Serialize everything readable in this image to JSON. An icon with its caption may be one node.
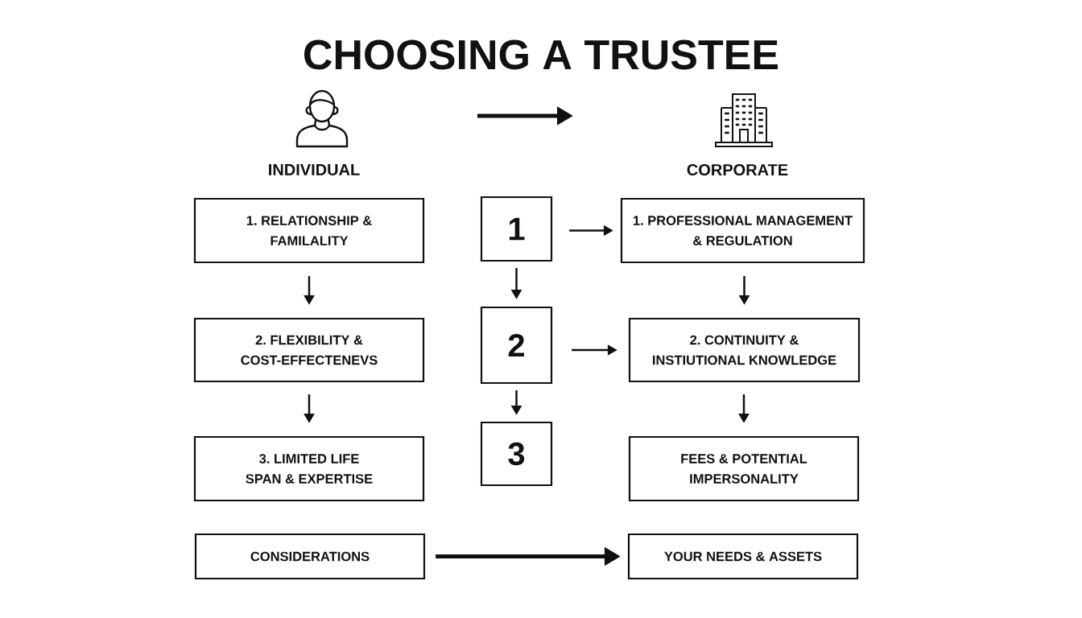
{
  "diagram": {
    "title": "CHOOSING A TRUSTEE",
    "nodes": [
      {
        "text": [
          "1. RELATIONSHIP & FAMILALITY"
        ]
      },
      {
        "text": [
          "1"
        ]
      },
      {
        "text": [
          "1. PROFESSIONAL MANAGEMENT & REGULATION"
        ]
      },
      {
        "text": [
          "2. FLEXIBILITY & COST-EFFECTENEVS"
        ]
      },
      {
        "text": [
          "2"
        ]
      },
      {
        "text": [
          "2. CONTINUITY & INSTIUTIONAL KNOWLEDGE"
        ]
      },
      {
        "text": [
          "3. LIMITED LIFE SPAN & EXPERTISE"
        ]
      },
      {
        "text": [
          "3"
        ]
      },
      {
        "text": [
          "FEES & POTENTIAL IMPERSONALITY"
        ]
      },
      {
        "text": [
          "CONSIDERATIONS"
        ]
      },
      {
        "text": [
          "YOUR NEEDS & ASSETS"
        ]
      }
    ],
    "edges": [
      {
        "from": 0,
        "to": 3,
        "arrow": "to"
      },
      {
        "from": 3,
        "to": 6,
        "arrow": "to"
      },
      {
        "from": 1,
        "to": 2,
        "arrow": "to"
      },
      {
        "from": 1,
        "to": 4,
        "arrow": "to"
      },
      {
        "from": 4,
        "to": 7,
        "arrow": "to"
      },
      {
        "from": 2,
        "to": 5,
        "arrow": "to"
      },
      {
        "from": 4,
        "to": 5,
        "arrow": "to"
      },
      {
        "from": 5,
        "to": 8,
        "arrow": "to"
      },
      {
        "from": 9,
        "to": 10,
        "arrow": "to",
        "style": "thick"
      }
    ],
    "labels": [
      "INDIVIDUAL",
      "CORPORATE"
    ]
  }
}
